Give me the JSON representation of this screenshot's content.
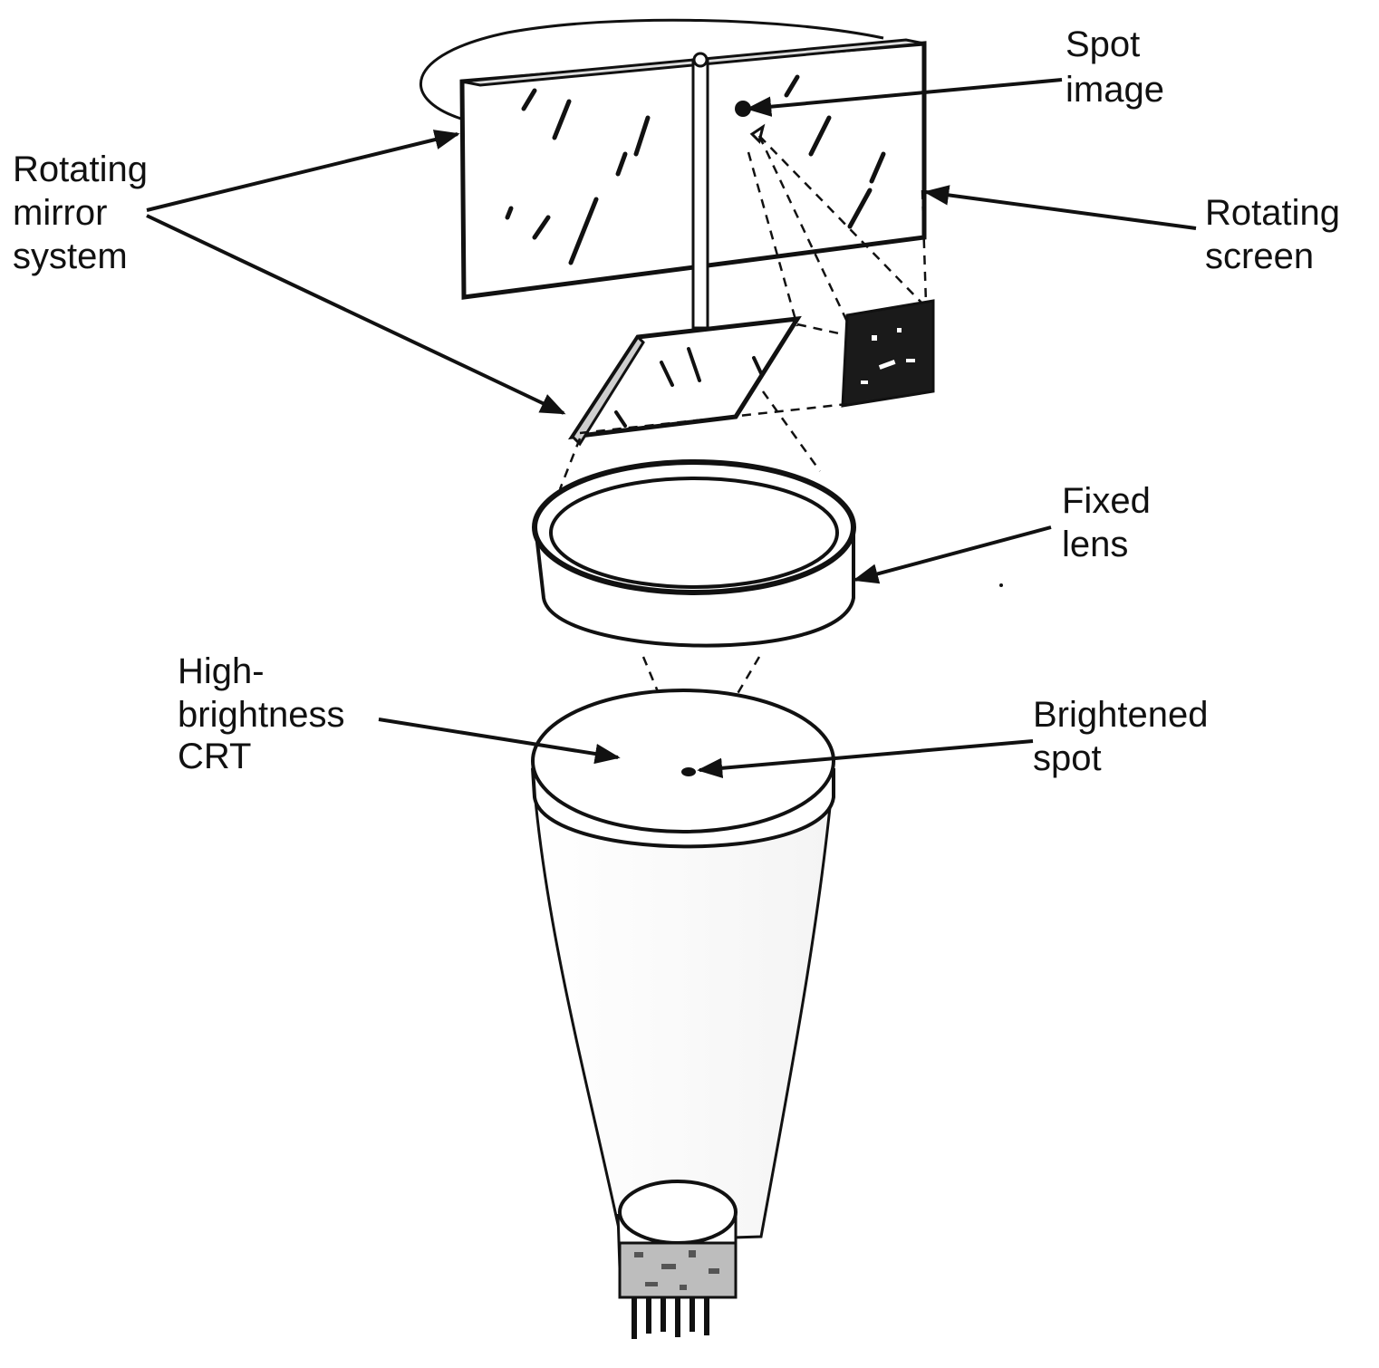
{
  "labels": {
    "rotating_mirror": [
      "Rotating",
      "mirror",
      "system"
    ],
    "spot_image": [
      "Spot",
      "image"
    ],
    "rotating_screen": [
      "Rotating",
      "screen"
    ],
    "fixed_lens": [
      "Fixed",
      "lens"
    ],
    "crt": [
      "High-",
      "brightness",
      "CRT"
    ],
    "brightened_spot": [
      "Brightened",
      "spot"
    ]
  },
  "colors": {
    "ink": "#111111",
    "paper": "#ffffff"
  }
}
